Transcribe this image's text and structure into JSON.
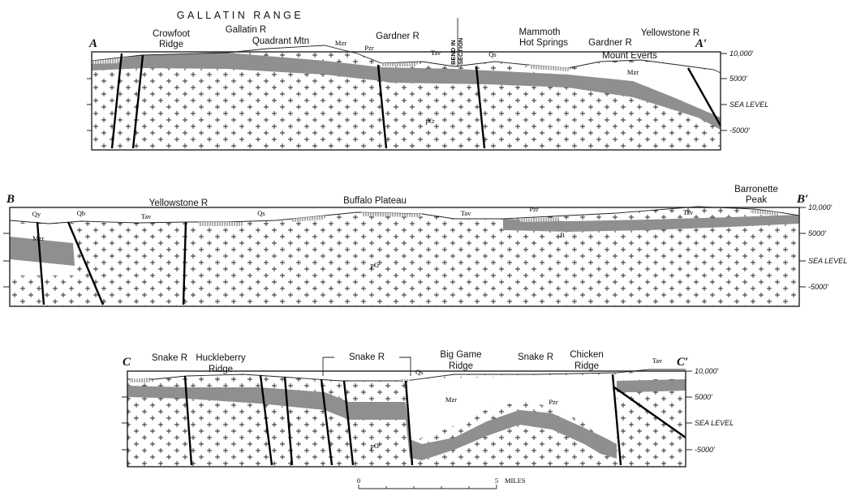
{
  "title": "GALLATIN RANGE",
  "scale_bar": {
    "start": "0",
    "end": "5",
    "unit": "MILES"
  },
  "colors": {
    "paleozoic": "#8f8f8f",
    "basement_symbol": "#222222",
    "outline": "#222222"
  },
  "sections": [
    {
      "id": "A",
      "ends": [
        "A",
        "A′"
      ],
      "labels": {
        "crowfoot_ridge": [
          "Crowfoot",
          "Ridge"
        ],
        "gallatin_r": "Gallatin R",
        "quadrant_mtn": "Quadrant Mtn",
        "mzr_top": "Mzr",
        "pzr": "Pzr",
        "gardner_r_1": "Gardner R",
        "tav": "Tav",
        "bend": [
          "BEND IN",
          "SECTION"
        ],
        "qs": "Qs",
        "mammoth": [
          "Mammoth",
          "Hot Springs"
        ],
        "gardner_r_2": "Gardner R",
        "mount_everts": "Mount Everts",
        "yellowstone_r": "Yellowstone R",
        "mzr_right": "Mzr",
        "pcr": "p€r"
      },
      "elevations": [
        "10,000′",
        "5000′",
        "SEA LEVEL",
        "-5000′"
      ]
    },
    {
      "id": "B",
      "ends": [
        "B",
        "B′"
      ],
      "labels": {
        "qy": "Qy",
        "qb": "Qb",
        "tav_1": "Tav",
        "yellowstone_r": "Yellowstone R",
        "qs": "Qs",
        "buffalo_plateau": "Buffalo Plateau",
        "tav_2": "Tav",
        "pzr": "Pzr",
        "tav_3": "Tav",
        "barronette": [
          "Barronette",
          "Peak"
        ],
        "mzr": "Mzr",
        "pcr": "p€r",
        "b_mark": "B"
      },
      "elevations": [
        "10,000′",
        "5000′",
        "SEA LEVEL",
        "-5000′"
      ]
    },
    {
      "id": "C",
      "ends": [
        "C",
        "C′"
      ],
      "labels": {
        "snake_r_1": "Snake R",
        "huckleberry": [
          "Huckleberry",
          "Ridge"
        ],
        "snake_r_2": "Snake R",
        "qs": "Qs",
        "big_game": [
          "Big Game",
          "Ridge"
        ],
        "snake_r_3": "Snake R",
        "chicken": [
          "Chicken",
          "Ridge"
        ],
        "tav": "Tav",
        "mzr": "Mzr",
        "pzr": "Pzr",
        "pcr": "p€r"
      },
      "elevations": [
        "10,000′",
        "5000′",
        "SEA LEVEL",
        "-5000′"
      ]
    }
  ]
}
